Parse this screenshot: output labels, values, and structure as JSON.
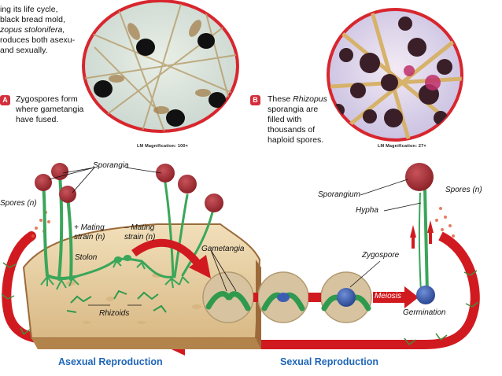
{
  "intro": {
    "line1": "ing its life cycle,",
    "line2": "black bread mold,",
    "line3": "zopus stolonifera,",
    "line4": "roduces both asexu-",
    "line5": "and sexually."
  },
  "panel_a": {
    "badge": "A",
    "line1": "Zygospores form",
    "line2": "where gametangia",
    "line3": "have fused.",
    "magnification": "LM Magnification: 100×"
  },
  "panel_b": {
    "badge": "B",
    "line1_pre": "These ",
    "line1_it": "Rhizopus",
    "line2": "sporangia are",
    "line3": "filled with",
    "line4": "thousands of",
    "line5": "haploid spores.",
    "magnification": "LM Magnification: 27×"
  },
  "labels": {
    "sporangia": "Sporangia",
    "spores_left": "Spores (n)",
    "mating_plus_1": "+ Mating",
    "mating_plus_2": "strain (n)",
    "mating_minus_1": "– Mating",
    "mating_minus_2": "strain (n)",
    "stolon": "Stolon",
    "gametangia": "Gametangia",
    "rhizoids": "Rhizoids",
    "sporangium": "Sporangium",
    "hypha": "Hypha",
    "spores_right": "Spores (n)",
    "zygospore": "Zygospore",
    "meiosis": "Meiosis",
    "germination": "Germination"
  },
  "footer": {
    "asexual": "Asexual Reproduction",
    "sexual": "Sexual Reproduction"
  },
  "colors": {
    "arrow_red": "#d11a20",
    "hypha_green": "#3aa65a",
    "sporangium_red": "#b3313a",
    "bread": "#e7cfa4",
    "crust": "#9c6a3a",
    "circle_bg": "#d7c3a0",
    "zygospore_blue": "#3b5fb0",
    "label_blue": "#1f66b8"
  }
}
